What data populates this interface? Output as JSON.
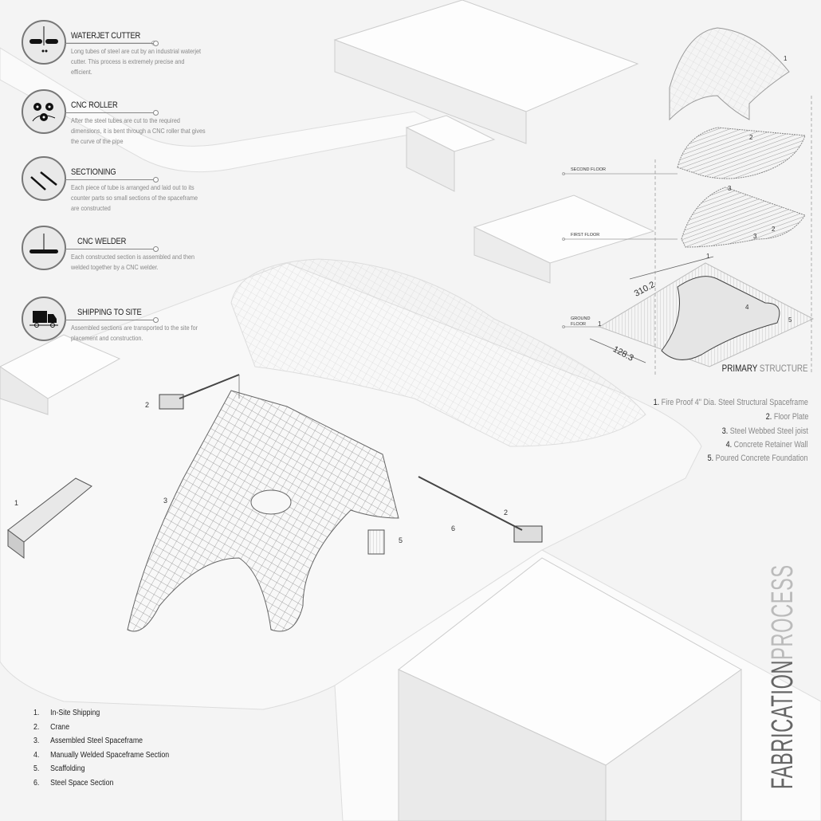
{
  "steps": [
    {
      "title": "WATERJET CUTTER",
      "desc": "Long tubes of steel are cut by an industrial waterjet cutter. This process is extremely precise and efficient.",
      "icon": "waterjet-icon"
    },
    {
      "title": "CNC ROLLER",
      "desc": "After the steel tubes are cut to the required dimensions, it is bent through a CNC roller that gives the curve of the pipe",
      "icon": "roller-icon"
    },
    {
      "title": "SECTIONING",
      "desc": "Each piece of tube is arranged and laid out to its counter parts so small sections of the spaceframe are constructed",
      "icon": "sectioning-icon"
    },
    {
      "title": "CNC WELDER",
      "desc": "Each constructed section is assembled and then welded together by a CNC welder.",
      "icon": "welder-icon"
    },
    {
      "title": "SHIPPING TO SITE",
      "desc": "Assembled sections are transported to the site for placement and construction.",
      "icon": "truck-icon"
    }
  ],
  "site_labels": [
    "1",
    "2",
    "3",
    "5",
    "6",
    "2"
  ],
  "legend": [
    {
      "n": "1.",
      "t": "In-Site Shipping"
    },
    {
      "n": "2.",
      "t": "Crane"
    },
    {
      "n": "3.",
      "t": "Assembled Steel Spaceframe"
    },
    {
      "n": "4.",
      "t": "Manually Welded Spaceframe Section"
    },
    {
      "n": "5.",
      "t": "Scaffolding"
    },
    {
      "n": "6.",
      "t": "Steel Space Section"
    }
  ],
  "primary_structure": {
    "title_bold": "PRIMARY",
    "title_light": "STRUCTURE",
    "items": [
      {
        "n": "1.",
        "t": "Fire Proof 4\" Dia. Steel Structural Spaceframe"
      },
      {
        "n": "2.",
        "t": "Floor Plate"
      },
      {
        "n": "3.",
        "t": "Steel Webbed Steel joist"
      },
      {
        "n": "4.",
        "t": "Concrete Retainer Wall"
      },
      {
        "n": "5.",
        "t": "Poured Concrete Foundation"
      }
    ]
  },
  "exploded": {
    "floors": [
      "SECOND FLOOR",
      "FIRST FLOOR",
      "GROUND FLOOR"
    ],
    "dims": [
      "310.2",
      "128.3"
    ],
    "labels": [
      "1",
      "2",
      "3",
      "2",
      "3",
      "1",
      "4",
      "5",
      "1"
    ]
  },
  "title": {
    "bold": "FABRICATION",
    "light": "PROCESS"
  }
}
